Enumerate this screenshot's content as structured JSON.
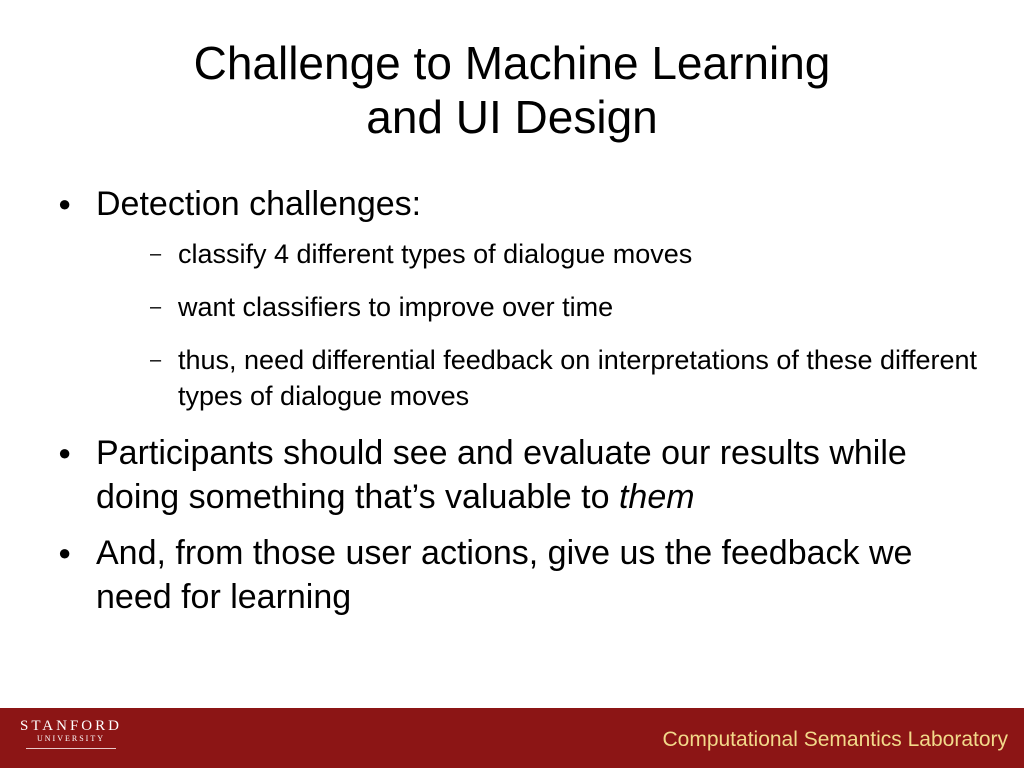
{
  "slide": {
    "title_line1": "Challenge to Machine Learning",
    "title_line2": "and UI Design",
    "bullets": [
      {
        "text": "Detection challenges:",
        "subs": [
          "classify 4 different types of dialogue moves",
          "want classifiers to improve over time",
          "thus, need differential feedback on interpretations of these different types of dialogue moves"
        ]
      },
      {
        "text": "Participants should see and evaluate our results while doing something that’s valuable to",
        "emphasis": "them"
      },
      {
        "text": "And, from those user actions, give us the feedback we need for learning"
      }
    ],
    "bullet_symbol": "●",
    "sub_symbol": "–"
  },
  "footer": {
    "logo_line1": "STANFORD",
    "logo_line2": "UNIVERSITY",
    "lab_name": "Computational Semantics Laboratory",
    "background_color": "#8c1515",
    "lab_text_color": "#f2d98a"
  }
}
